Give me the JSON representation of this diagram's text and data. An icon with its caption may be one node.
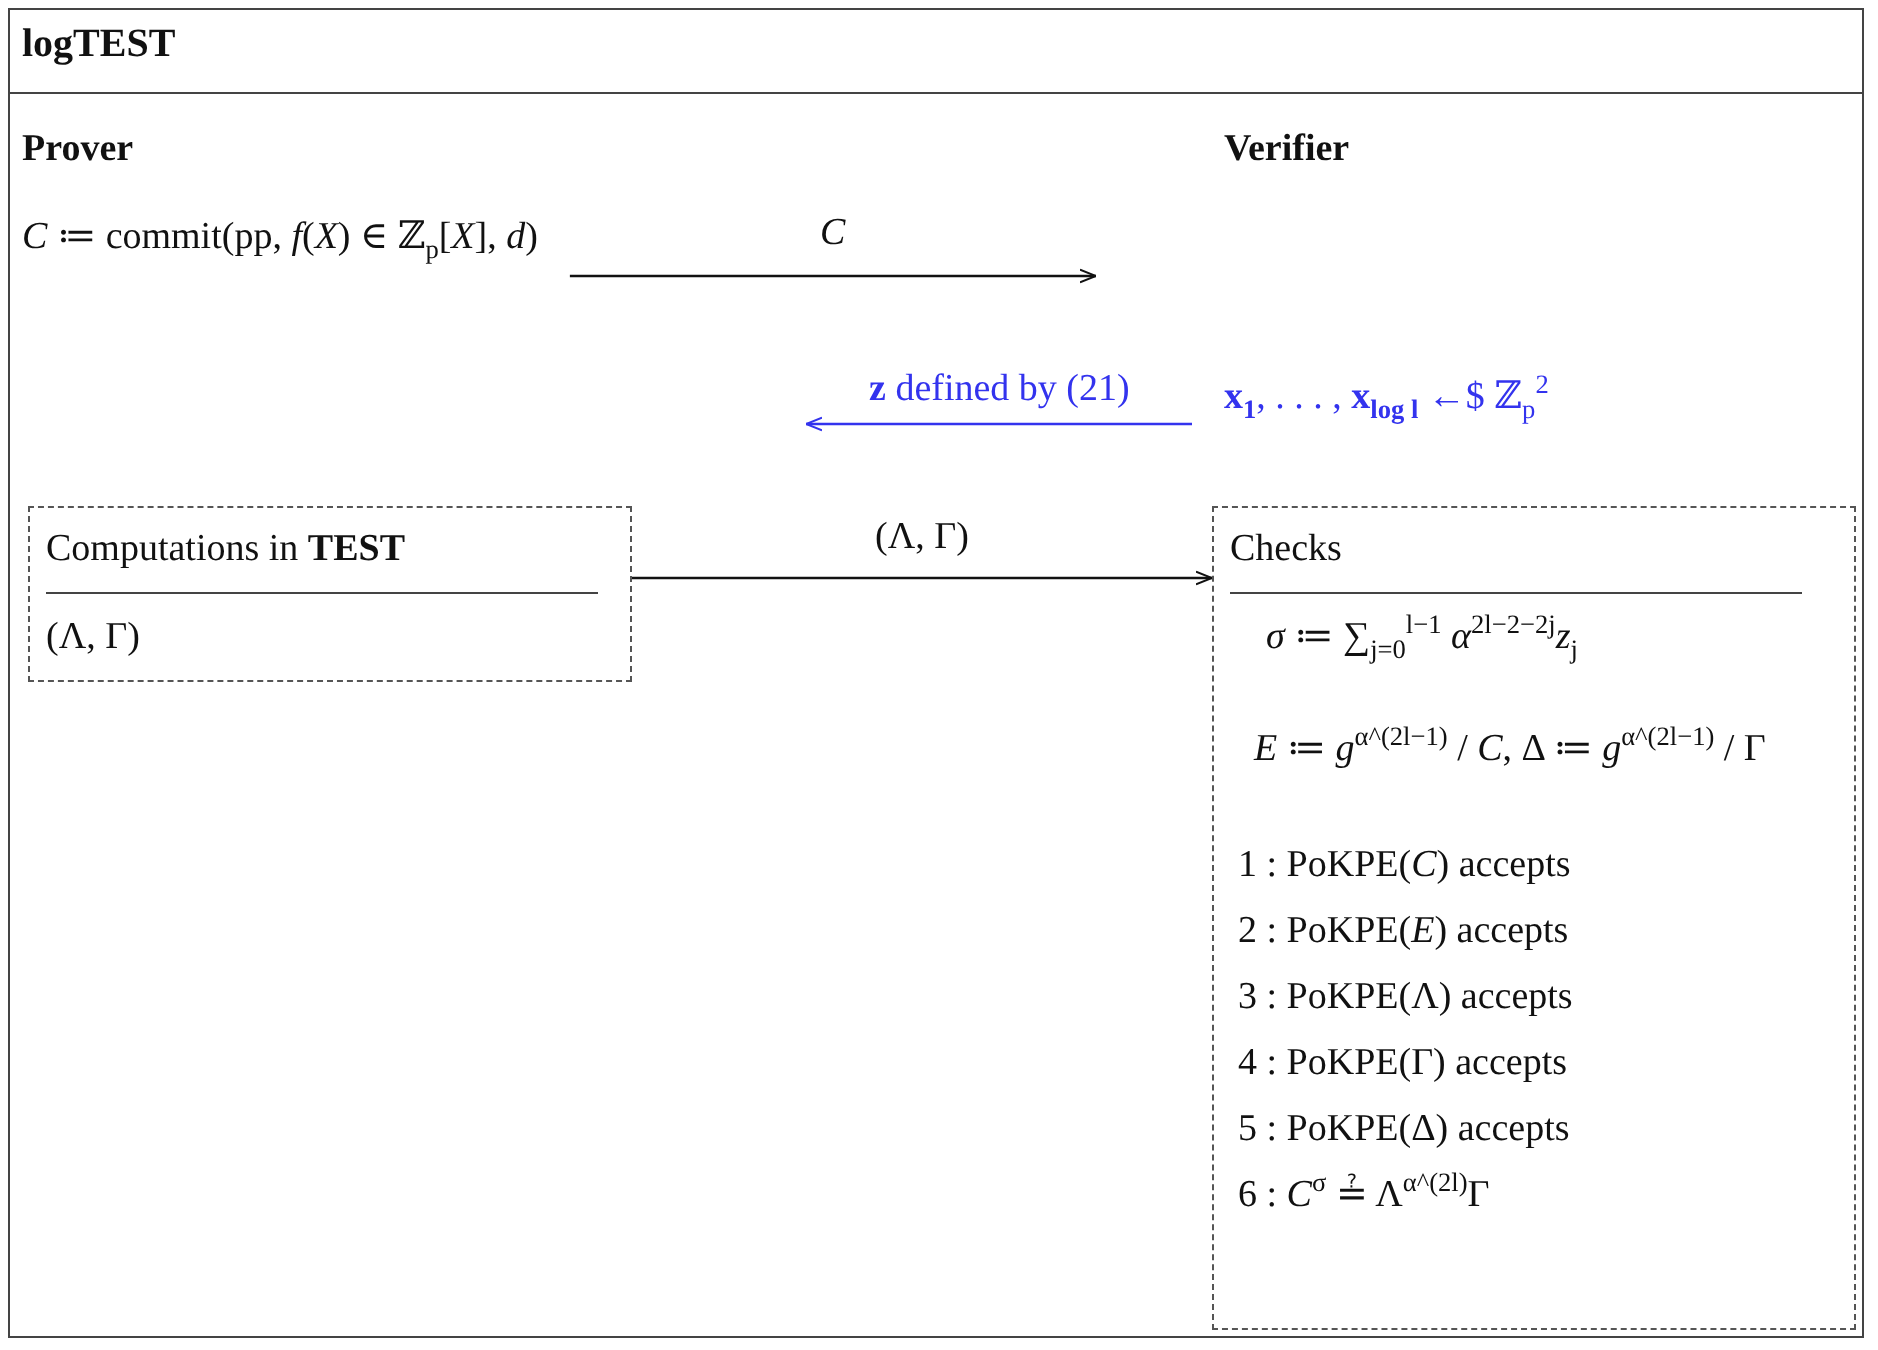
{
  "diagram": {
    "title": "logTEST",
    "nodes": [
      {
        "text": [
          "*C* ≔ commit(pp, *f*(*X*) ∈ ℤ$_{p}$[*X*], *d*)"
        ]
      },
      {
        "text": [
          "**x$_{1}$**, . . . , **x$_{log l}$** ←$ ℤ$_{p}$$^{2}$"
        ]
      },
      {
        "text": [
          "Computations in **TEST**",
          "(Λ, Γ)"
        ]
      },
      {
        "text": [
          "Checks",
          "*σ* ≔ ∑$_{j=0}$$^{l−1}$ *α*$^{2l−2−2j}$*z*$_{j}$",
          "*E* ≔ *g*$^{α^(2l−1)}$ / *C*, Δ ≔ *g*$^{α^(2l−1)}$ / Γ",
          "1 :   PoKPE(*C*) accepts",
          "2 :   PoKPE(*E*) accepts",
          "3 :   PoKPE(Λ) accepts",
          "4 :   PoKPE(Γ) accepts",
          "5 :   PoKPE(Δ) accepts",
          "6 :   *C*$^{σ}$ ≟ Λ$^{α^(2l)}$Γ"
        ]
      }
    ],
    "edges": [
      {
        "from": 0,
        "to": null,
        "arrow": "to",
        "label": "*C*"
      },
      {
        "from": 1,
        "to": null,
        "arrow": "to",
        "label": "**z** defined by (21)",
        "color": "#3333ee"
      },
      {
        "from": 2,
        "to": 3,
        "arrow": "to",
        "label": "(Λ, Γ)"
      }
    ],
    "labels": [
      "Prover",
      "Verifier"
    ]
  }
}
